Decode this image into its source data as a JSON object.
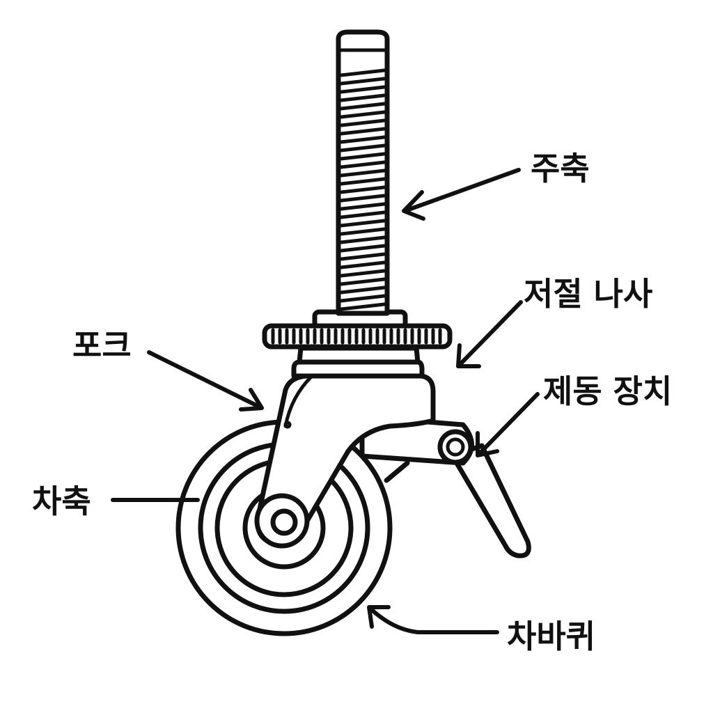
{
  "labels": {
    "spindle": "주축",
    "adjust_screw": "저절 나사",
    "fork": "포크",
    "brake": "제동 장치",
    "axle": "차축",
    "wheel": "차바퀴"
  },
  "colors": {
    "ink": "#111111",
    "background": "#ffffff"
  }
}
